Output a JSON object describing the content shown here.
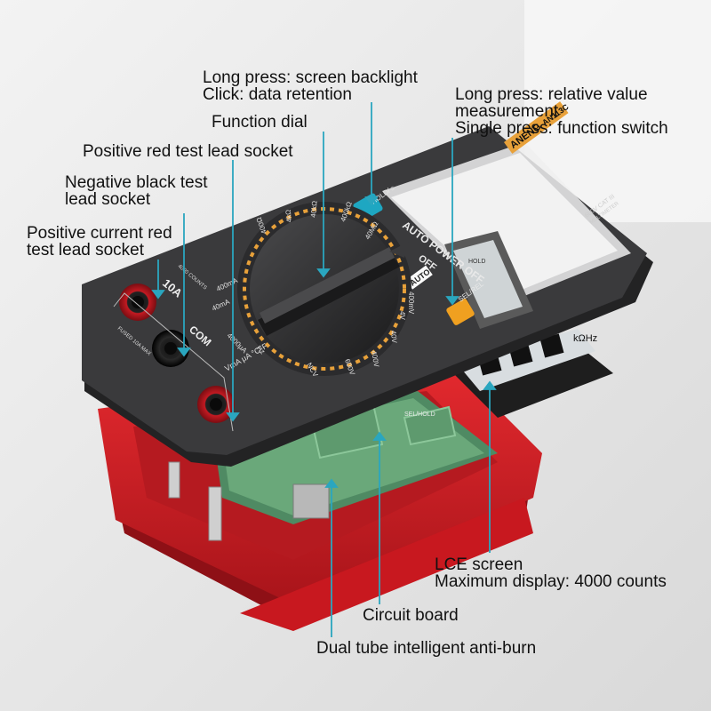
{
  "callouts": {
    "backlight": {
      "line1": "Long press: screen backlight",
      "line2": "Click: data retention"
    },
    "dial": {
      "line1": "Function dial"
    },
    "red_socket": {
      "line1": "Positive red test lead socket"
    },
    "black_socket": {
      "line1": "Negative black test",
      "line2": "lead socket"
    },
    "current_socket": {
      "line1": "Positive current red",
      "line2": "test lead socket"
    },
    "relative": {
      "line1": "Long press: relative value",
      "line2": "measurement",
      "line3": "Single press: function switch"
    },
    "lcd": {
      "line1": "LCE screen",
      "line2": "Maximum display: 4000 counts"
    },
    "board": {
      "line1": "Circuit board"
    },
    "antiburn": {
      "line1": "Dual tube intelligent anti-burn"
    }
  },
  "device": {
    "brand": "ANENG",
    "model": "AN113C",
    "rating": "600V CAT III",
    "subtitle": "MULTIMETER",
    "hold_button": "HOLD/☼",
    "sel_button": "SEL/REL",
    "auto_power": "AUTO POWER OFF",
    "off_label": "OFF",
    "auto_badge": "AUTO",
    "socket_10a": "10A",
    "socket_com": "COM",
    "counts": "4000 COUNTS",
    "fused": "FUSED 10A MAX",
    "socket_fn": "VmA μA °C°F",
    "lcd_hold": "HOLD",
    "lcd_unit": "kΩHz",
    "board_label": "SEL/HOLD",
    "dial_labels": [
      "40MΩ",
      "400kΩ",
      "40kΩ",
      "4kΩ",
      "400Ω",
      "400mA",
      "40mA",
      "4000μA",
      "Hz",
      "NCV",
      "600V",
      "400V",
      "40V",
      "4V",
      "400mV"
    ],
    "colors": {
      "body": "#3a3a3c",
      "case": "#d8202a",
      "hold": "#1ea7c2",
      "sel": "#f0a020",
      "accent": "#e8a13a"
    }
  }
}
